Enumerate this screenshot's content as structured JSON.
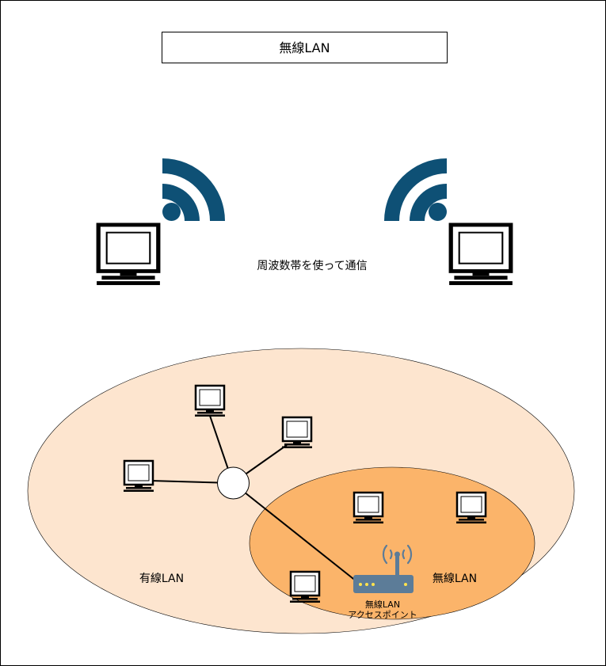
{
  "title": "無線LAN",
  "wireless_comm_label": "周波数帯を使って通信",
  "wired_lan_label": "有線LAN",
  "wireless_lan_label": "無線LAN",
  "access_point_label": {
    "line1": "無線LAN",
    "line2": "アクセスポイント"
  },
  "colors": {
    "wifi": "#0e5075",
    "wired_zone": "#fde5cf",
    "wireless_zone": "#fbb46a",
    "router": "#5c7c98",
    "router_led": "#ffe34d"
  },
  "icons": {
    "computer": "computer-icon",
    "wifi": "wifi-icon",
    "router": "wireless-router-icon",
    "hub": "hub-node"
  }
}
